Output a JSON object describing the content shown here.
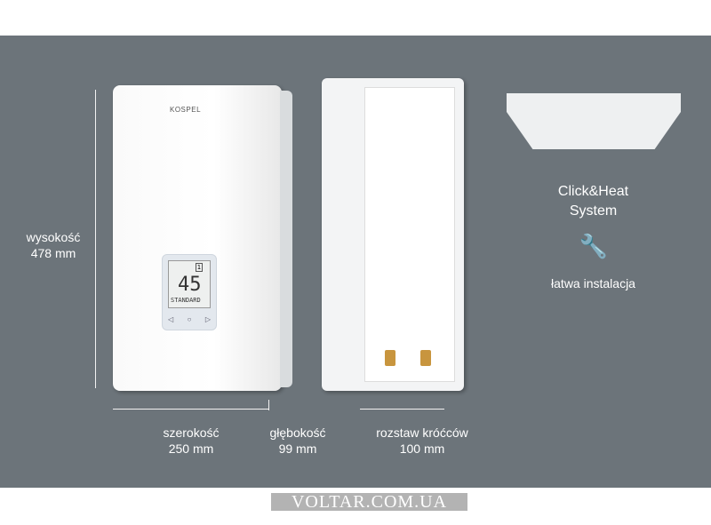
{
  "heater": {
    "brand": "KOSPEL",
    "temperature": "45",
    "mode": "STANDARD",
    "indicator": "1"
  },
  "dimensions": {
    "height": {
      "label": "wysokość",
      "value": "478 mm"
    },
    "width": {
      "label": "szerokość",
      "value": "250 mm"
    },
    "depth": {
      "label": "głębokość",
      "value": "99 mm"
    },
    "spacing": {
      "label": "rozstaw króćców",
      "value": "100 mm"
    }
  },
  "feature": {
    "title_line1": "Click&Heat",
    "title_line2": "System",
    "subtitle": "łatwa instalacja",
    "icon": "tools-icon"
  },
  "watermark": "VOLTAR.COM.UA"
}
